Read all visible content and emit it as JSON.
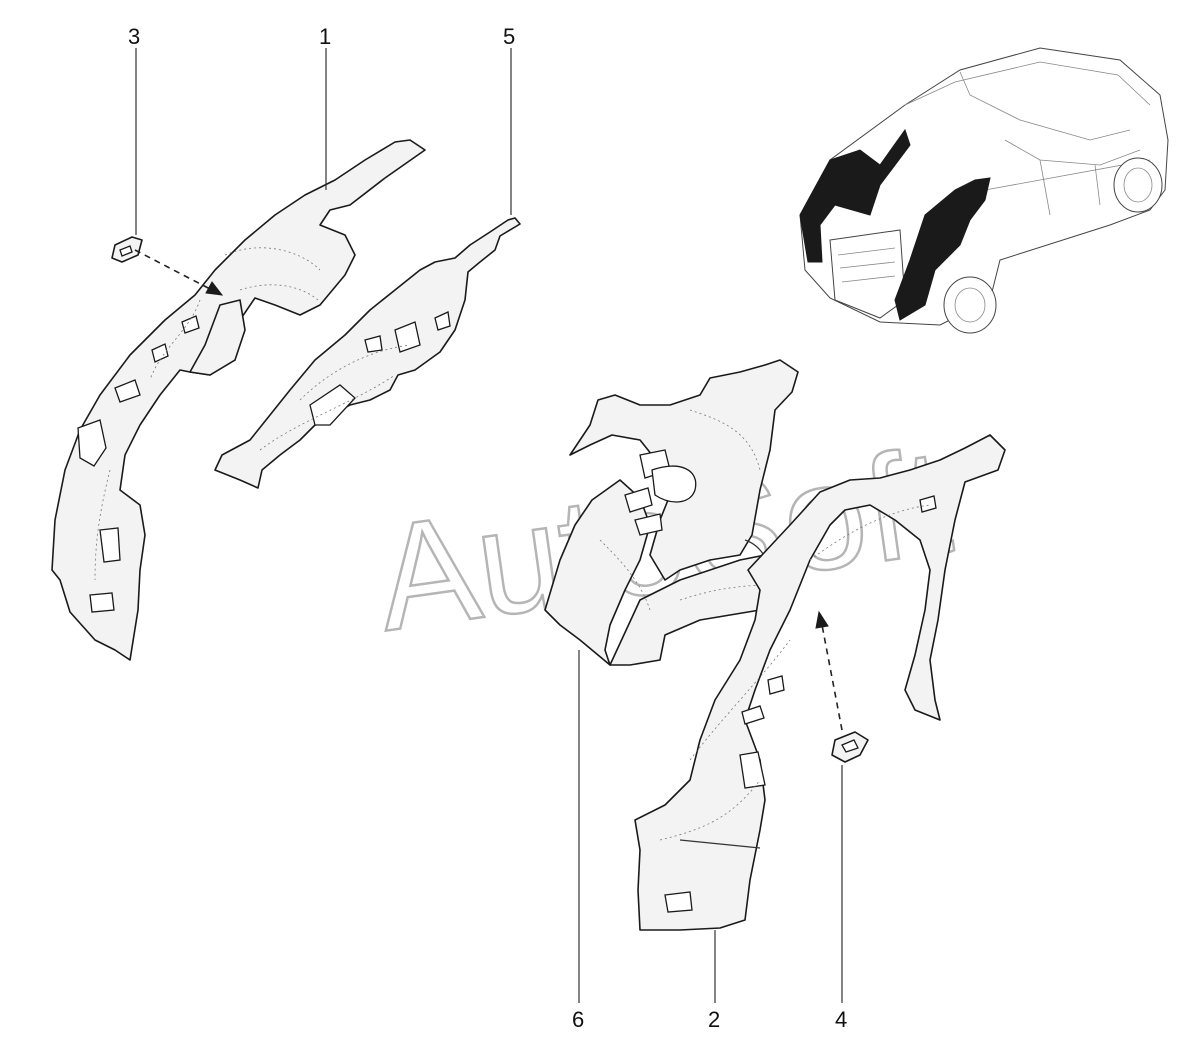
{
  "callouts": {
    "c1": "1",
    "c2": "2",
    "c3": "3",
    "c4": "4",
    "c5": "5",
    "c6": "6"
  },
  "watermark": "AutoSoft",
  "colors": {
    "line": "#1a1a1a",
    "fill": "#f3f3f3",
    "watermark": "#b5b5b5"
  }
}
